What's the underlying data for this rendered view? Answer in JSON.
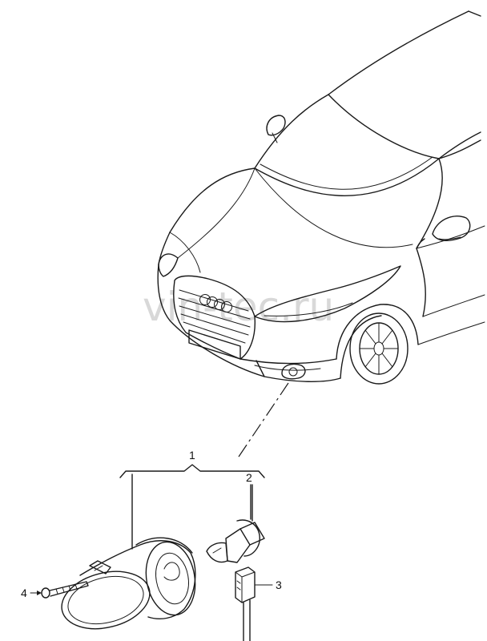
{
  "watermark": "vin-tec.ru",
  "callouts": {
    "c1": "1",
    "c2": "2",
    "c3": "3",
    "c4": "4"
  }
}
